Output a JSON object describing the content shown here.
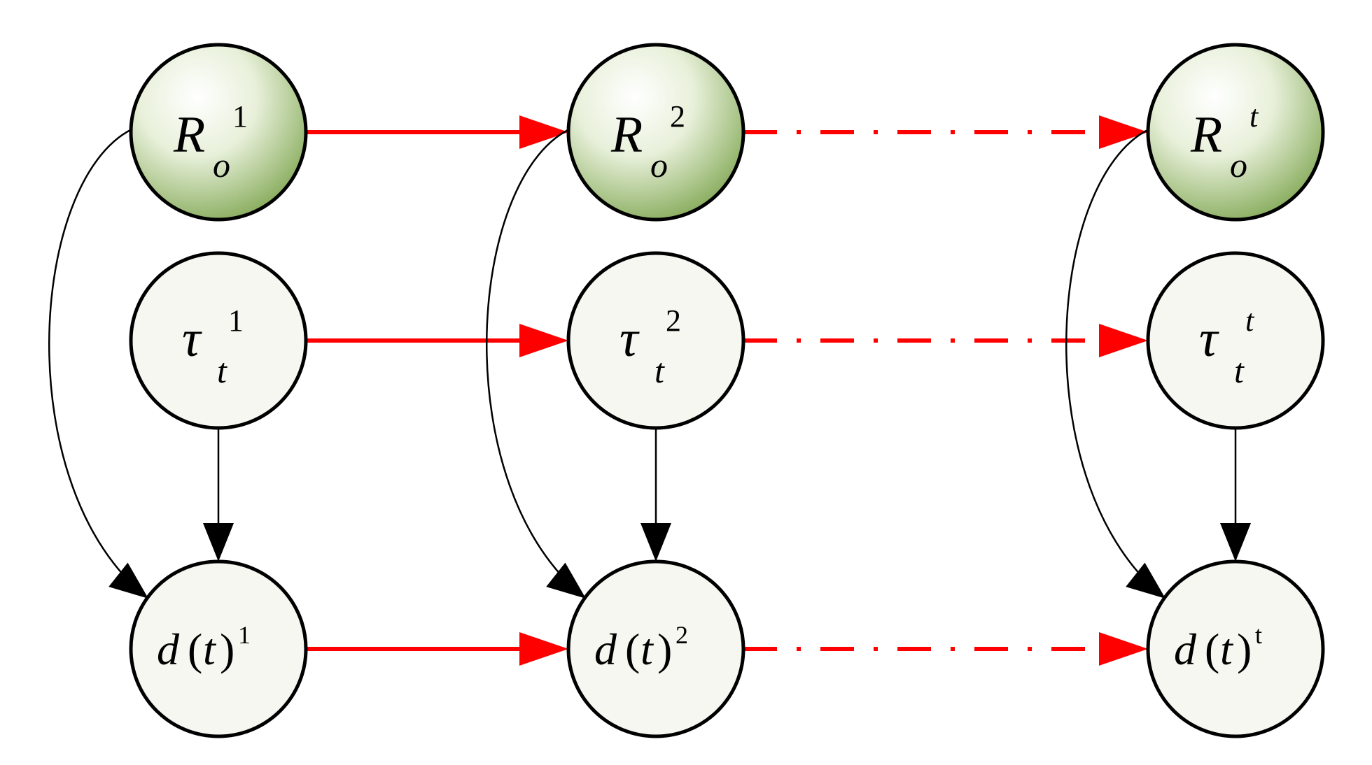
{
  "diagram": {
    "colors": {
      "temporal_edge": "#ff0000",
      "causal_edge": "#000000",
      "node_stroke": "#000000",
      "r_node_fill_light": "#ffffff",
      "r_node_fill_dark": "#86ab5a",
      "plain_node_fill": "#f7f7f1"
    },
    "rows": {
      "r": {
        "main": "R",
        "sub": "o",
        "sups": [
          "1",
          "2",
          "t"
        ],
        "fill": "gradient-green"
      },
      "tau": {
        "main": "τ",
        "sub": "t",
        "sups": [
          "1",
          "2",
          "t"
        ],
        "fill": "plain"
      },
      "d": {
        "main": "d",
        "paren_open": "(",
        "arg": "t",
        "paren_close": ")",
        "sups": [
          "1",
          "2",
          "t"
        ],
        "fill": "plain"
      }
    },
    "temporal_edges": {
      "first_gap": "solid",
      "second_gap": "dash-dot"
    },
    "causal_edges": [
      "R_o -> d(t)",
      "τ_t -> d(t)"
    ]
  }
}
